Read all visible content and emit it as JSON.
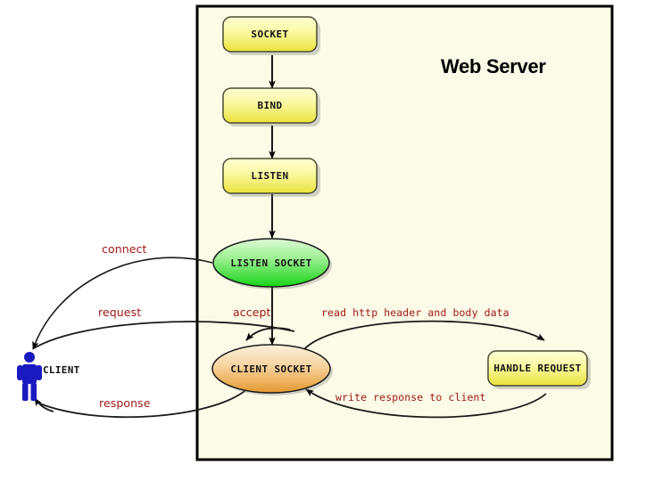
{
  "diagram": {
    "title": "Web Server",
    "boundary": {
      "name": "web-server-boundary"
    }
  },
  "actor": {
    "label": "CLIENT",
    "icon": "person-icon",
    "color": "#1a1ac0"
  },
  "nodes": [
    {
      "id": "socket",
      "label": "SOCKET",
      "shape": "rounded-box",
      "fill": "#f5f27a"
    },
    {
      "id": "bind",
      "label": "BIND",
      "shape": "rounded-box",
      "fill": "#f5f27a"
    },
    {
      "id": "listen",
      "label": "LISTEN",
      "shape": "rounded-box",
      "fill": "#f5f27a"
    },
    {
      "id": "listen-socket",
      "label": "LISTEN SOCKET",
      "shape": "ellipse",
      "fill": "#49e04a"
    },
    {
      "id": "client-socket",
      "label": "CLIENT SOCKET",
      "shape": "ellipse",
      "fill": "#eeab56"
    },
    {
      "id": "handle-request",
      "label": "HANDLE REQUEST",
      "shape": "rounded-box",
      "fill": "#f5f27a"
    }
  ],
  "edges": [
    {
      "id": "connect",
      "label": "connect",
      "from": "CLIENT",
      "to": "LISTEN SOCKET"
    },
    {
      "id": "request",
      "label": "request",
      "from": "CLIENT",
      "to": "CLIENT SOCKET"
    },
    {
      "id": "response",
      "label": "response",
      "from": "CLIENT SOCKET",
      "to": "CLIENT"
    },
    {
      "id": "accept",
      "label": "accept",
      "from": "LISTEN SOCKET",
      "to": "CLIENT SOCKET"
    },
    {
      "id": "read",
      "label": "read http header and body data",
      "from": "CLIENT SOCKET",
      "to": "HANDLE REQUEST"
    },
    {
      "id": "write",
      "label": "write response to client",
      "from": "HANDLE REQUEST",
      "to": "CLIENT SOCKET"
    }
  ],
  "colors": {
    "boundary_fill": "#fbfbe7",
    "boundary_stroke": "#000000",
    "node_yellow_top": "#fdfdb6",
    "node_yellow_bottom": "#e8e23c",
    "node_green_top": "#c9f7c0",
    "node_green_bottom": "#19d31a",
    "node_orange_top": "#fbe3bd",
    "node_orange_bottom": "#e79b33",
    "edge_label": "#a01818",
    "actor": "#1a1ac0"
  }
}
